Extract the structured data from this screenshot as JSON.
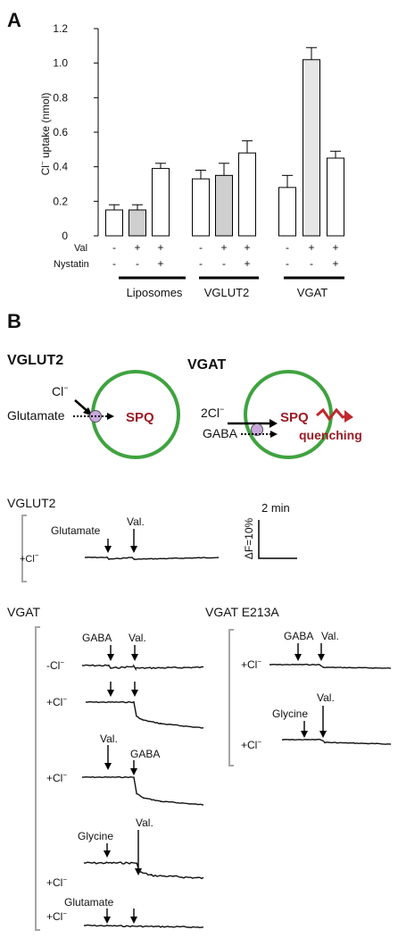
{
  "panel_a": {
    "letter": "A",
    "ylabel_pre": "Cl",
    "ylabel_sup": "−",
    "ylabel_post": " uptake (nmol)",
    "val_label": "Val",
    "nystatin_label": "Nystatin",
    "groups": [
      "Liposomes",
      "VGLUT2",
      "VGAT"
    ],
    "val_signs": [
      "-",
      "+",
      "+",
      "-",
      "+",
      "+",
      "-",
      "+",
      "+"
    ],
    "nystatin_signs": [
      "-",
      "-",
      "+",
      "-",
      "-",
      "+",
      "-",
      "-",
      "+"
    ]
  },
  "chart_data": {
    "type": "bar",
    "ylim": [
      0,
      1.2
    ],
    "yticks": [
      "0",
      "0.2",
      "0.4",
      "0.6",
      "0.8",
      "1.0",
      "1.2"
    ],
    "values": [
      0.15,
      0.15,
      0.39,
      0.33,
      0.35,
      0.48,
      0.28,
      1.02,
      0.45
    ],
    "errors": [
      0.03,
      0.03,
      0.03,
      0.05,
      0.07,
      0.07,
      0.07,
      0.07,
      0.04
    ],
    "fills": [
      "#ffffff",
      "#cfcfcf",
      "#ffffff",
      "#ffffff",
      "#cfcfcf",
      "#ffffff",
      "#ffffff",
      "#e6e6e6",
      "#ffffff"
    ]
  },
  "panel_b": {
    "letter": "B",
    "vglut2_title": "VGLUT2",
    "vgat_title": "VGAT",
    "cl_text": "Cl",
    "cl_sup": "−",
    "two_cl_text": "2Cl",
    "glutamate": "Glutamate",
    "gaba": "GABA",
    "spq": "SPQ",
    "quenching": "quenching",
    "scale_time": "2 min",
    "scale_f": "ΔF=10%",
    "trace_vglut2_title": "VGLUT2",
    "trace_vgat_title": "VGAT",
    "trace_e213a_title": "VGAT E213A",
    "val": "Val.",
    "glycine": "Glycine",
    "minus_cl": "-Cl",
    "plus_cl": "+Cl"
  },
  "colors": {
    "vesicle_green": "#3fa33f",
    "spq_red": "#9b1c24",
    "transporter_purple": "#c8a8dc",
    "bracket_gray": "#a6a6a6"
  }
}
